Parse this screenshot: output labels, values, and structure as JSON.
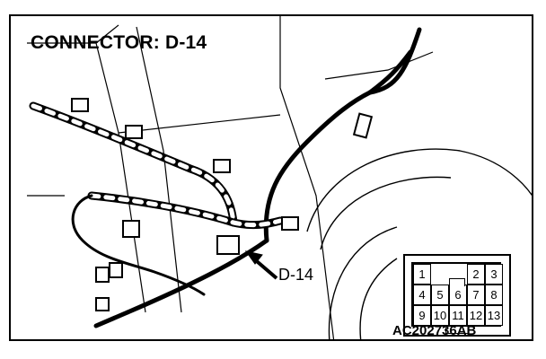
{
  "title": "CONNECTOR: D-14",
  "callout_label": "D-14",
  "diagram_code": "AC202736AB",
  "pins": {
    "row1": [
      "1",
      "",
      "",
      "2",
      "3"
    ],
    "row2": [
      "4",
      "5",
      "6",
      "7",
      "8"
    ],
    "row3": [
      "9",
      "10",
      "11",
      "12",
      "13"
    ]
  }
}
